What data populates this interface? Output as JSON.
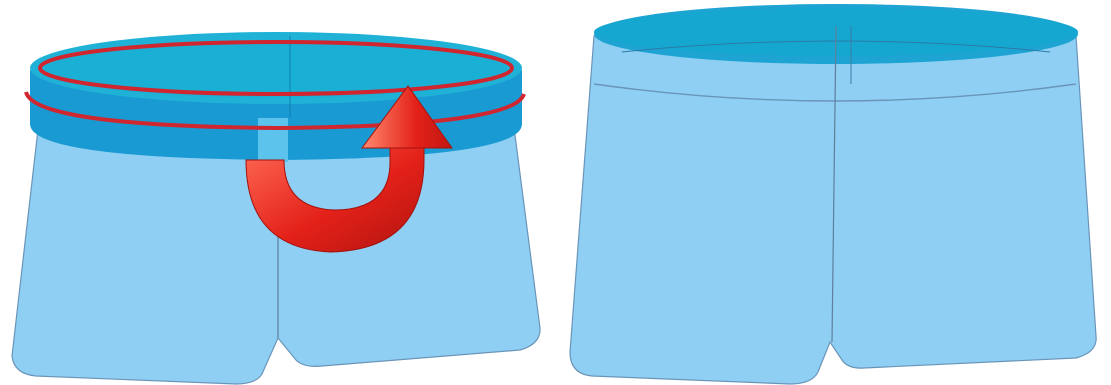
{
  "diagram": {
    "panels": [
      {
        "id": "before",
        "subject": "shorts",
        "waistband": "unfolded",
        "outline_highlight": true,
        "arrow": "fold-over"
      },
      {
        "id": "after",
        "subject": "shorts",
        "waistband": "folded-inside"
      }
    ],
    "colors": {
      "fabric": "#8ecff3",
      "fabric_stroke": "#6a95b8",
      "seam": "#5f7f9c",
      "band_outer": "#1a9ad3",
      "band_top": "#1fb2d6",
      "band_inner": "#12a6cf",
      "band_rim": "#3fc1e1",
      "highlight_line": "#d0262f",
      "arrow": "#e32119",
      "arrow_light": "#ff6a55",
      "arrow_dark": "#b11410"
    },
    "icons": [
      "curved-arrow-icon"
    ]
  }
}
